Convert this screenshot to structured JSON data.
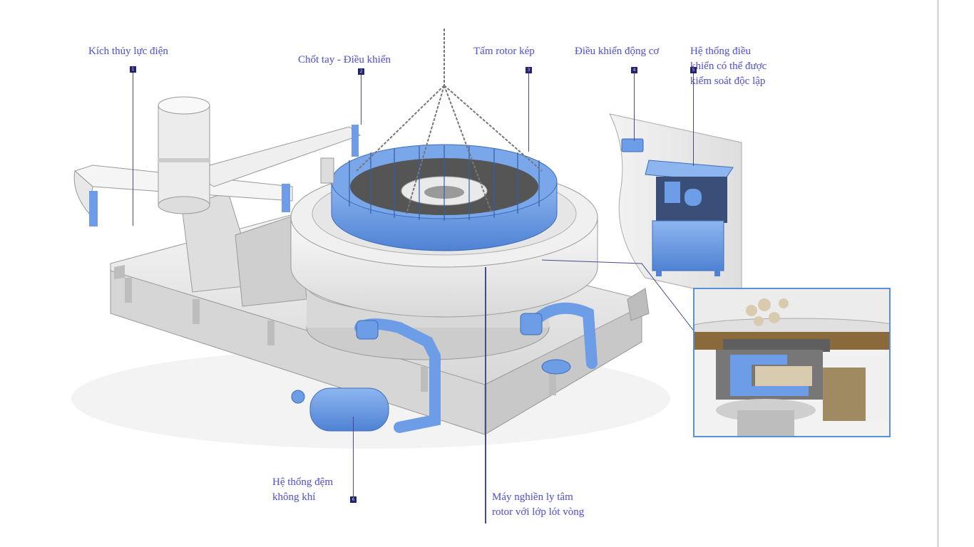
{
  "diagram": {
    "subject": "Vertical shaft impact crusher (VSI) with dual rotor and ring liner",
    "colors": {
      "label_text": "#5a5bc8",
      "marker": "#23236e",
      "leader_line": "#4a4a8a",
      "machine_blue": "#6d9de6",
      "machine_gray": "#e8e8e8",
      "inset_border": "#5b8fd6"
    },
    "labels": [
      {
        "id": 1,
        "text": "Kích thủy lực điện",
        "marker": "1"
      },
      {
        "id": 2,
        "text": "Chốt tay - Điều khiển",
        "marker": "2"
      },
      {
        "id": 3,
        "text": "Tấm rotor kép",
        "marker": "3"
      },
      {
        "id": 4,
        "text": "Điều khiển động cơ",
        "marker": "4"
      },
      {
        "id": 5,
        "text": "Hệ thống điều\nkhiển có thể được\nkiểm soát độc lập",
        "marker": "5"
      },
      {
        "id": 6,
        "text": "Hệ thống đệm\nkhông khí",
        "marker": "6"
      },
      {
        "id": 7,
        "text": "Máy nghiền ly tâm\nrotor với lớp lót vòng",
        "marker": ""
      }
    ],
    "inset": {
      "description": "Cutaway view of rotor with material flow"
    }
  }
}
